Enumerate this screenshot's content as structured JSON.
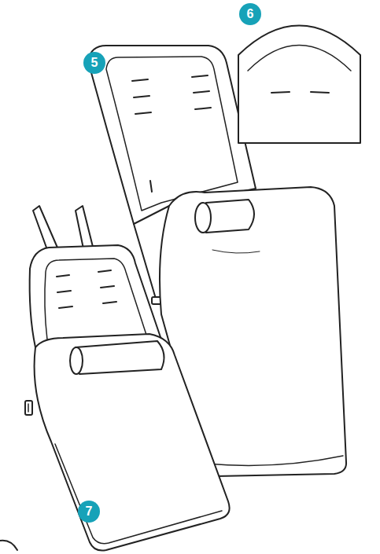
{
  "diagram": {
    "labels": [
      "5",
      "6",
      "7"
    ]
  }
}
